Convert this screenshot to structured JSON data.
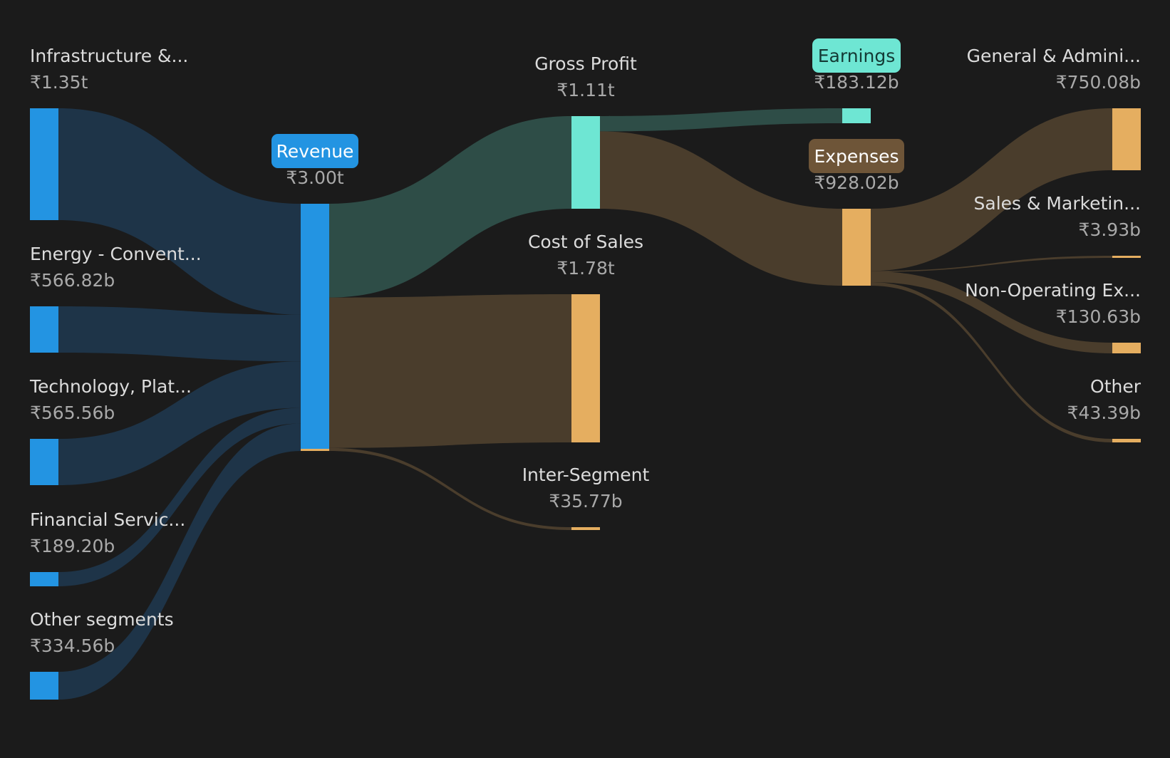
{
  "colors": {
    "background": "#1b1b1b",
    "revenue_node": "#2394e2",
    "revenue_flow": "#1e3448",
    "profit_node": "#6ee6d3",
    "profit_flow": "#2e4d47",
    "expense_node": "#e5ae60",
    "expense_flow": "#4a3d2c",
    "expense_badge": "#6e5538",
    "label": "#dcdcdc",
    "value": "#a9a9a9"
  },
  "chart_data": {
    "type": "sankey",
    "currency": "₹",
    "nodes": [
      {
        "id": "infra",
        "name": "Infrastructure &...",
        "value_label": "₹1.35t",
        "value_b": 1350,
        "group": "revenue"
      },
      {
        "id": "energy",
        "name": "Energy - Convent...",
        "value_label": "₹566.82b",
        "value_b": 566.82,
        "group": "revenue"
      },
      {
        "id": "tech",
        "name": "Technology, Plat...",
        "value_label": "₹565.56b",
        "value_b": 565.56,
        "group": "revenue"
      },
      {
        "id": "fin",
        "name": "Financial Servic...",
        "value_label": "₹189.20b",
        "value_b": 189.2,
        "group": "revenue"
      },
      {
        "id": "other_seg",
        "name": "Other segments",
        "value_label": "₹334.56b",
        "value_b": 334.56,
        "group": "revenue"
      },
      {
        "id": "revenue",
        "name": "Revenue",
        "value_label": "₹3.00t",
        "value_b": 3000,
        "group": "revenue",
        "badge": true
      },
      {
        "id": "gross",
        "name": "Gross Profit",
        "value_label": "₹1.11t",
        "value_b": 1110,
        "group": "profit"
      },
      {
        "id": "cos",
        "name": "Cost of Sales",
        "value_label": "₹1.78t",
        "value_b": 1780,
        "group": "expense"
      },
      {
        "id": "inter",
        "name": "Inter-Segment",
        "value_label": "₹35.77b",
        "value_b": 35.77,
        "group": "expense"
      },
      {
        "id": "earnings",
        "name": "Earnings",
        "value_label": "₹183.12b",
        "value_b": 183.12,
        "group": "profit",
        "badge": true
      },
      {
        "id": "expenses",
        "name": "Expenses",
        "value_label": "₹928.02b",
        "value_b": 928.02,
        "group": "expense",
        "badge": true
      },
      {
        "id": "ga",
        "name": "General & Admini...",
        "value_label": "₹750.08b",
        "value_b": 750.08,
        "group": "expense"
      },
      {
        "id": "sm",
        "name": "Sales & Marketin...",
        "value_label": "₹3.93b",
        "value_b": 3.93,
        "group": "expense"
      },
      {
        "id": "nonop",
        "name": "Non-Operating Ex...",
        "value_label": "₹130.63b",
        "value_b": 130.63,
        "group": "expense"
      },
      {
        "id": "other_exp",
        "name": "Other",
        "value_label": "₹43.39b",
        "value_b": 43.39,
        "group": "expense"
      }
    ],
    "links": [
      {
        "source": "infra",
        "target": "revenue",
        "value_b": 1350
      },
      {
        "source": "energy",
        "target": "revenue",
        "value_b": 566.82
      },
      {
        "source": "tech",
        "target": "revenue",
        "value_b": 565.56
      },
      {
        "source": "fin",
        "target": "revenue",
        "value_b": 189.2
      },
      {
        "source": "other_seg",
        "target": "revenue",
        "value_b": 334.56
      },
      {
        "source": "revenue",
        "target": "gross",
        "value_b": 1110
      },
      {
        "source": "revenue",
        "target": "cos",
        "value_b": 1780
      },
      {
        "source": "revenue",
        "target": "inter",
        "value_b": 35.77
      },
      {
        "source": "gross",
        "target": "earnings",
        "value_b": 183.12
      },
      {
        "source": "gross",
        "target": "expenses",
        "value_b": 928.02
      },
      {
        "source": "expenses",
        "target": "ga",
        "value_b": 750.08
      },
      {
        "source": "expenses",
        "target": "sm",
        "value_b": 3.93
      },
      {
        "source": "expenses",
        "target": "nonop",
        "value_b": 130.63
      },
      {
        "source": "expenses",
        "target": "other_exp",
        "value_b": 43.39
      }
    ]
  }
}
